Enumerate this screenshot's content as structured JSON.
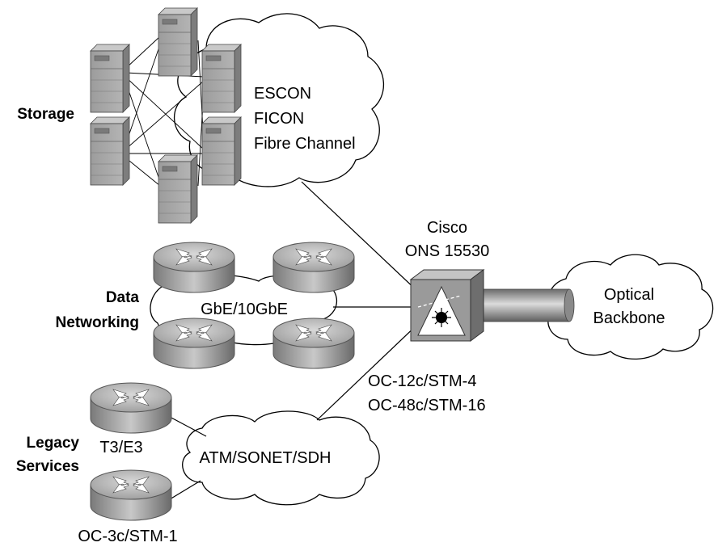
{
  "groups": {
    "storage": "Storage",
    "data_line1": "Data",
    "data_line2": "Networking",
    "legacy_line1": "Legacy",
    "legacy_line2": "Services"
  },
  "clouds": {
    "storage_lines": [
      "ESCON",
      "FICON",
      "Fibre Channel"
    ],
    "data": "GbE/10GbE",
    "legacy": "ATM/SONET/SDH",
    "optical_line1": "Optical",
    "optical_line2": "Backbone"
  },
  "device": {
    "line1": "Cisco",
    "line2": "ONS 15530"
  },
  "links": {
    "oc12": "OC-12c/STM-4",
    "oc48": "OC-48c/STM-16",
    "t3e3": "T3/E3",
    "oc3": "OC-3c/STM-1"
  },
  "colors": {
    "cloud_fill": "#ffffff",
    "device_gray": "#9a9a9a",
    "server_gray": "#a8a8a8"
  }
}
